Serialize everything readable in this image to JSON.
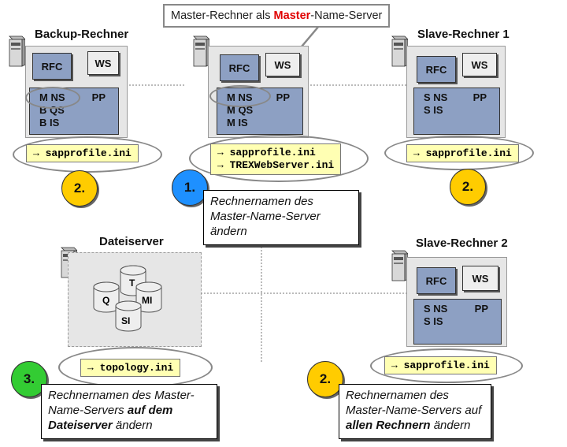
{
  "callout": {
    "prefix": "Master-Rechner als ",
    "highlight": "Master",
    "suffix": "-Name-Server"
  },
  "hosts": {
    "backup": {
      "title": "Backup-Rechner",
      "rfc": "RFC",
      "ws": "WS",
      "lines": [
        "M NS",
        "B QS",
        "B IS"
      ],
      "pp": "PP",
      "files": [
        "→ sapprofile.ini"
      ],
      "step": "2."
    },
    "master": {
      "rfc": "RFC",
      "ws": "WS",
      "lines": [
        "M NS",
        "M QS",
        "M IS"
      ],
      "pp": "PP",
      "files": [
        "→ sapprofile.ini",
        "→ TREXWebServer.ini"
      ],
      "step": "1."
    },
    "slave1": {
      "title": "Slave-Rechner 1",
      "rfc": "RFC",
      "ws": "WS",
      "lines": [
        "S NS",
        "S IS"
      ],
      "pp": "PP",
      "files": [
        "→ sapprofile.ini"
      ],
      "step": "2."
    },
    "slave2": {
      "title": "Slave-Rechner 2",
      "rfc": "RFC",
      "ws": "WS",
      "lines": [
        "S NS",
        "S IS"
      ],
      "pp": "PP",
      "files": [
        "→ sapprofile.ini"
      ],
      "step": "2."
    },
    "fileserver": {
      "title": "Dateiserver",
      "cylinders": [
        "T",
        "Q",
        "MI",
        "SI"
      ],
      "files": [
        "→ topology.ini"
      ],
      "step": "3."
    }
  },
  "notes": {
    "master": {
      "l1": "Rechnernamen des",
      "l2": "Master-Name-Server",
      "l3": "ändern"
    },
    "fileserver": {
      "l1": "Rechnernamen des Master-",
      "l2a": "Name-Servers ",
      "l2b": "auf dem",
      "l3a": "Dateiserver",
      "l3b": " ändern"
    },
    "all": {
      "l1": "Rechnernamen des",
      "l2": "Master-Name-Servers auf",
      "l3a": "allen Rechnern",
      "l3b": " ändern"
    }
  },
  "colors": {
    "step1": "#1e90ff",
    "step2": "#ffcc00",
    "step3": "#33cc33",
    "service_blue": "#8da0c3",
    "file_yellow": "#ffffb3",
    "highlight_red": "#e00000"
  }
}
